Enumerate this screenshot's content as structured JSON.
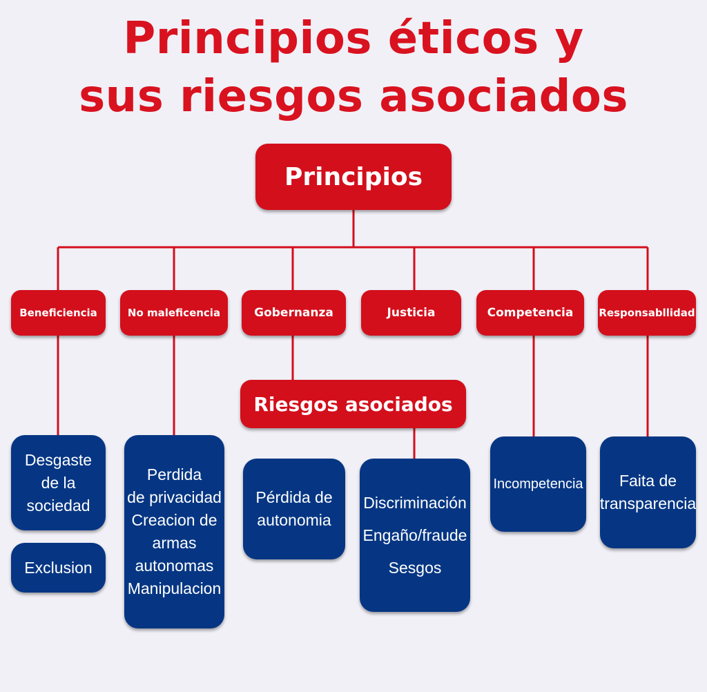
{
  "title": {
    "line1": "Principios éticos y",
    "line2": "sus riesgos asociados"
  },
  "root": {
    "label": "Principios"
  },
  "principles": [
    {
      "label": "Beneficiencia"
    },
    {
      "label": "No maleficencia"
    },
    {
      "label": "Gobernanza"
    },
    {
      "label": "Justicia"
    },
    {
      "label": "Competencia"
    },
    {
      "label": "Responsabllidad"
    }
  ],
  "risks_header": {
    "label": "Riesgos asociados"
  },
  "risks": {
    "beneficiencia_1": [
      "Desgaste",
      "de la",
      "sociedad"
    ],
    "beneficiencia_2": [
      "Exclusion"
    ],
    "no_maleficencia": [
      "Perdida",
      "de privacidad",
      "Creacion de",
      "armas",
      "autonomas",
      "Manipulacion"
    ],
    "gobernanza": [
      "Pérdida de",
      "autonomia"
    ],
    "justicia": [
      "Discriminación",
      "Engaño/fraude",
      "Sesgos"
    ],
    "competencia": [
      "Incompetencia"
    ],
    "responsabilidad": [
      "Faita de",
      "transparencia"
    ]
  },
  "colors": {
    "red": "#d30f1c",
    "blue": "#063683",
    "title": "#d9121f",
    "background": "#f1f0f7"
  }
}
